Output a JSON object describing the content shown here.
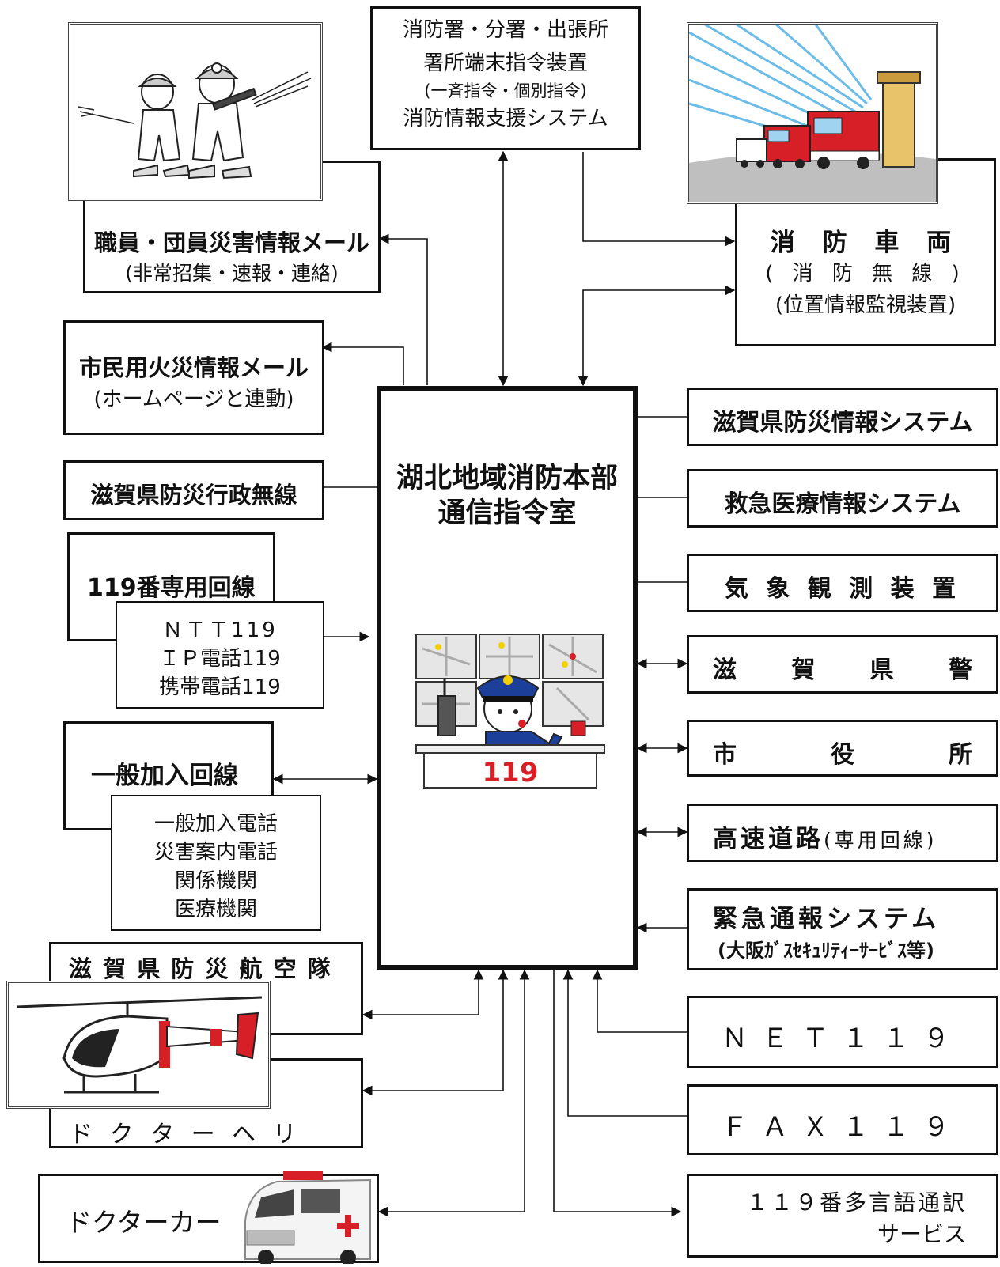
{
  "center": {
    "line1": "湖北地域消防本部",
    "line2": "通信指令室",
    "console_number": "119"
  },
  "top_box": {
    "line1": "消防署・分署・出張所",
    "line2": "署所端末指令装置",
    "line3": "(一斉指令・個別指令)",
    "line4": "消防情報支援システム"
  },
  "staff_mail": {
    "title": "職員・団員災害情報メール",
    "sub": "(非常招集・速報・連絡)"
  },
  "citizen_mail": {
    "title": "市民用火災情報メール",
    "sub": "(ホームページと連動)"
  },
  "admin_radio": {
    "title": "滋賀県防災行政無線"
  },
  "line_119": {
    "title": "119番専用回線",
    "items": [
      "ＮＴＴ119",
      "ＩＰ電話119",
      "携帯電話119"
    ]
  },
  "general_line": {
    "title": "一般加入回線",
    "items": [
      "一般加入電話",
      "災害案内電話",
      "関係機関",
      "医療機関"
    ]
  },
  "air_corps": {
    "title": "滋 賀 県 防 災 航 空 隊"
  },
  "doctor_heli": {
    "title": "ド ク タ ー ヘ リ"
  },
  "doctor_car": {
    "title": "ドクターカー"
  },
  "vehicles": {
    "title": "消 防 車 両",
    "sub1": "( 消 防 無 線 )",
    "sub2": "(位置情報監視装置)"
  },
  "right_boxes": {
    "disaster_info": "滋賀県防災情報システム",
    "emergency_medical": "救急医療情報システム",
    "weather": "気 象 観 測 装 置",
    "police": [
      "滋",
      "賀",
      "県",
      "警"
    ],
    "city_office": [
      "市",
      "役",
      "所"
    ],
    "expressway_main": "高速道路",
    "expressway_sub": "(専用回線)",
    "emergency_report": "緊急通報システム",
    "emergency_report_sub": "(大阪ｶﾞｽｾｷｭﾘﾃｨｰｻｰﾋﾞｽ等)",
    "net119": "ＮＥＴ１１９",
    "fax119": "ＦＡＸ１１９",
    "multilang_1": "１１９番多言語通訳",
    "multilang_2": "サービス"
  },
  "colors": {
    "accent_red": "#d61f26",
    "police_blue": "#1c3f9a",
    "line": "#111111"
  },
  "icons": [
    "firefighters-illustration",
    "fire-trucks-illustration",
    "dispatcher-illustration",
    "helicopter-illustration",
    "ambulance-illustration"
  ]
}
